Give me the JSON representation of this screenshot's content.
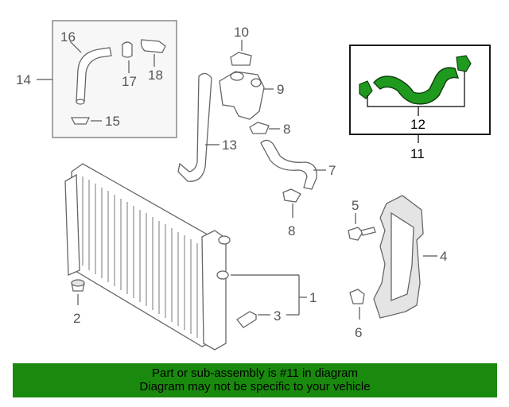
{
  "callouts": {
    "c1": "1",
    "c2": "2",
    "c3": "3",
    "c4": "4",
    "c5": "5",
    "c6": "6",
    "c7": "7",
    "c8a": "8",
    "c8b": "8",
    "c9": "9",
    "c10": "10",
    "c11": "11",
    "c12": "12",
    "c13": "13",
    "c14": "14",
    "c15": "15",
    "c16": "16",
    "c17": "17",
    "c18": "18"
  },
  "colors": {
    "banner_bg": "#1a8a0e",
    "highlight_part": "#1f9a1f",
    "line_gray": "#666666"
  },
  "banner": {
    "line1": "Part or sub-assembly is #11 in diagram",
    "line2": "Diagram may not be specific to your vehicle"
  }
}
